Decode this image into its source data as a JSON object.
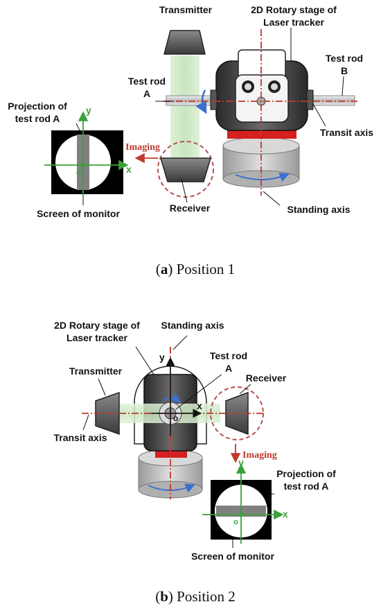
{
  "panel_a": {
    "transmitter": "Transmitter",
    "stage_line1": "2D Rotary stage of",
    "stage_line2": "Laser tracker",
    "test_rod_b_line1": "Test rod",
    "test_rod_b_line2": "B",
    "test_rod_a_line1": "Test rod",
    "test_rod_a_line2": "A",
    "projection_line1": "Projection of",
    "projection_line2": "test rod A",
    "transit_axis": "Transit axis",
    "imaging": "Imaging",
    "axis_x": "x",
    "axis_y": "y",
    "origin": "o",
    "screen": "Screen of monitor",
    "receiver": "Receiver",
    "standing_axis": "Standing axis",
    "caption_label": "a",
    "caption_text": "Position 1"
  },
  "panel_b": {
    "stage_line1": "2D Rotary stage of",
    "stage_line2": "Laser tracker",
    "standing_axis": "Standing axis",
    "test_rod_a_line1": "Test rod",
    "test_rod_a_line2": "A",
    "transmitter": "Transmitter",
    "receiver": "Receiver",
    "transit_axis": "Transit axis",
    "imaging": "Imaging",
    "projection_line1": "Projection of",
    "projection_line2": "test rod A",
    "screen": "Screen of monitor",
    "axis_x": "x",
    "axis_y": "y",
    "origin": "o",
    "caption_label": "b",
    "caption_text": "Position 2"
  }
}
